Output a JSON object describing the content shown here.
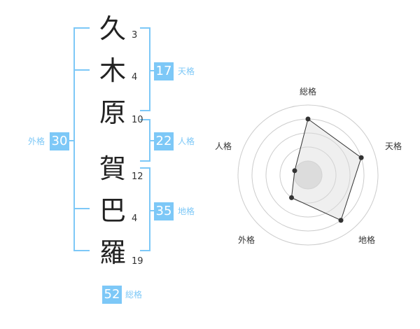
{
  "characters": [
    {
      "char": "久",
      "strokes": "3"
    },
    {
      "char": "木",
      "strokes": "4"
    },
    {
      "char": "原",
      "strokes": "10"
    },
    {
      "char": "賀",
      "strokes": "12"
    },
    {
      "char": "巴",
      "strokes": "4"
    },
    {
      "char": "羅",
      "strokes": "19"
    }
  ],
  "fortunes": {
    "tenkaku": {
      "value": "17",
      "label": "天格"
    },
    "jinkaku": {
      "value": "22",
      "label": "人格"
    },
    "chikaku": {
      "value": "35",
      "label": "地格"
    },
    "gaikaku": {
      "value": "30",
      "label": "外格"
    },
    "soukaku": {
      "value": "52",
      "label": "総格"
    }
  },
  "colors": {
    "accent": "#7dc8f7",
    "text": "#222222"
  },
  "chart_data": {
    "type": "radar",
    "axes": [
      "総格",
      "天格",
      "地格",
      "外格",
      "人格"
    ],
    "values": [
      4,
      4,
      4,
      2,
      1
    ],
    "max": 5,
    "grid_rings": 5
  }
}
